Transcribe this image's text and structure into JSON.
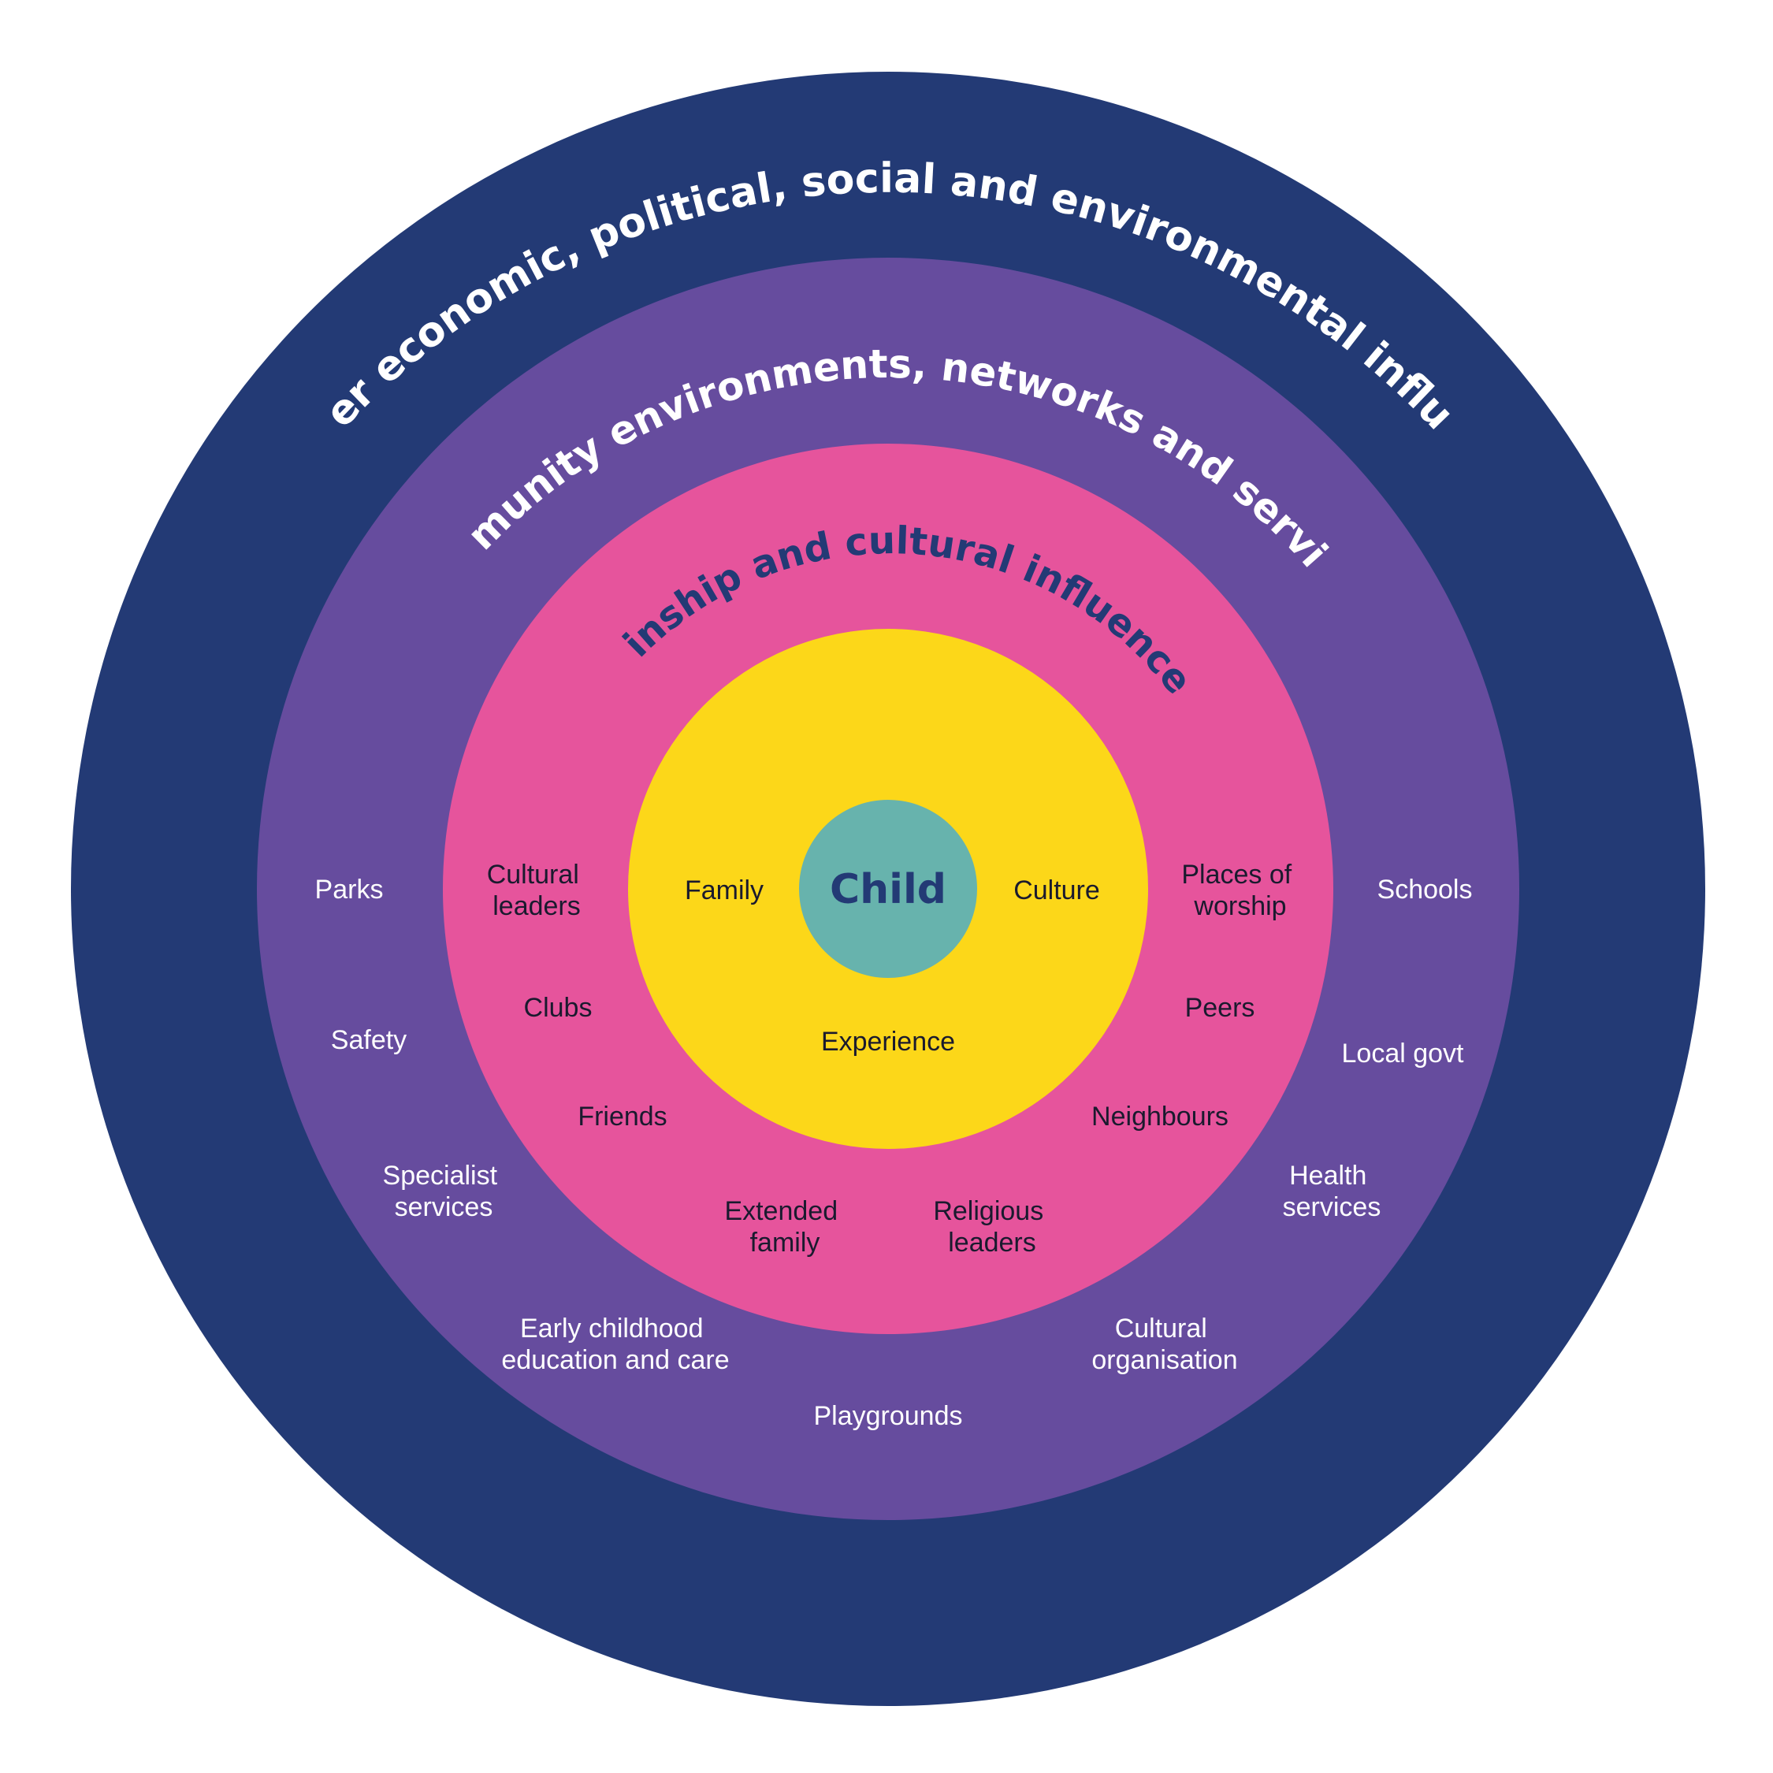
{
  "colors": {
    "outer": "#233A75",
    "community": "#664C9E",
    "kinship": "#E6549C",
    "yellow": "#FCD719",
    "child": "#67B3AD",
    "light_text": "#FFFFFF",
    "dark_text": "#1A1A2E",
    "kinship_title": "#233A75",
    "child_text": "#233A75"
  },
  "rings": {
    "broader": {
      "title": "Broader economic, political, social and environmental influences"
    },
    "community": {
      "title": "Community environments, networks and services",
      "items": {
        "parks": "Parks",
        "schools": "Schools",
        "safety": "Safety",
        "local_govt": "Local govt",
        "specialist_1": "Specialist",
        "specialist_2": "services",
        "health_1": "Health",
        "health_2": "services",
        "early_1": "Early childhood",
        "early_2": "education and care",
        "cultural_org_1": "Cultural",
        "cultural_org_2": "organisation",
        "playgrounds": "Playgrounds"
      }
    },
    "kinship": {
      "title": "Kinship and cultural influences",
      "items": {
        "cultural_leaders_1": "Cultural",
        "cultural_leaders_2": "leaders",
        "places_1": "Places of",
        "places_2": "worship",
        "clubs": "Clubs",
        "peers": "Peers",
        "friends": "Friends",
        "neighbours": "Neighbours",
        "extended_1": "Extended",
        "extended_2": "family",
        "religious_1": "Religious",
        "religious_2": "leaders"
      }
    },
    "core": {
      "items": {
        "family": "Family",
        "culture": "Culture",
        "experience": "Experience"
      }
    },
    "child": {
      "label": "Child"
    }
  }
}
